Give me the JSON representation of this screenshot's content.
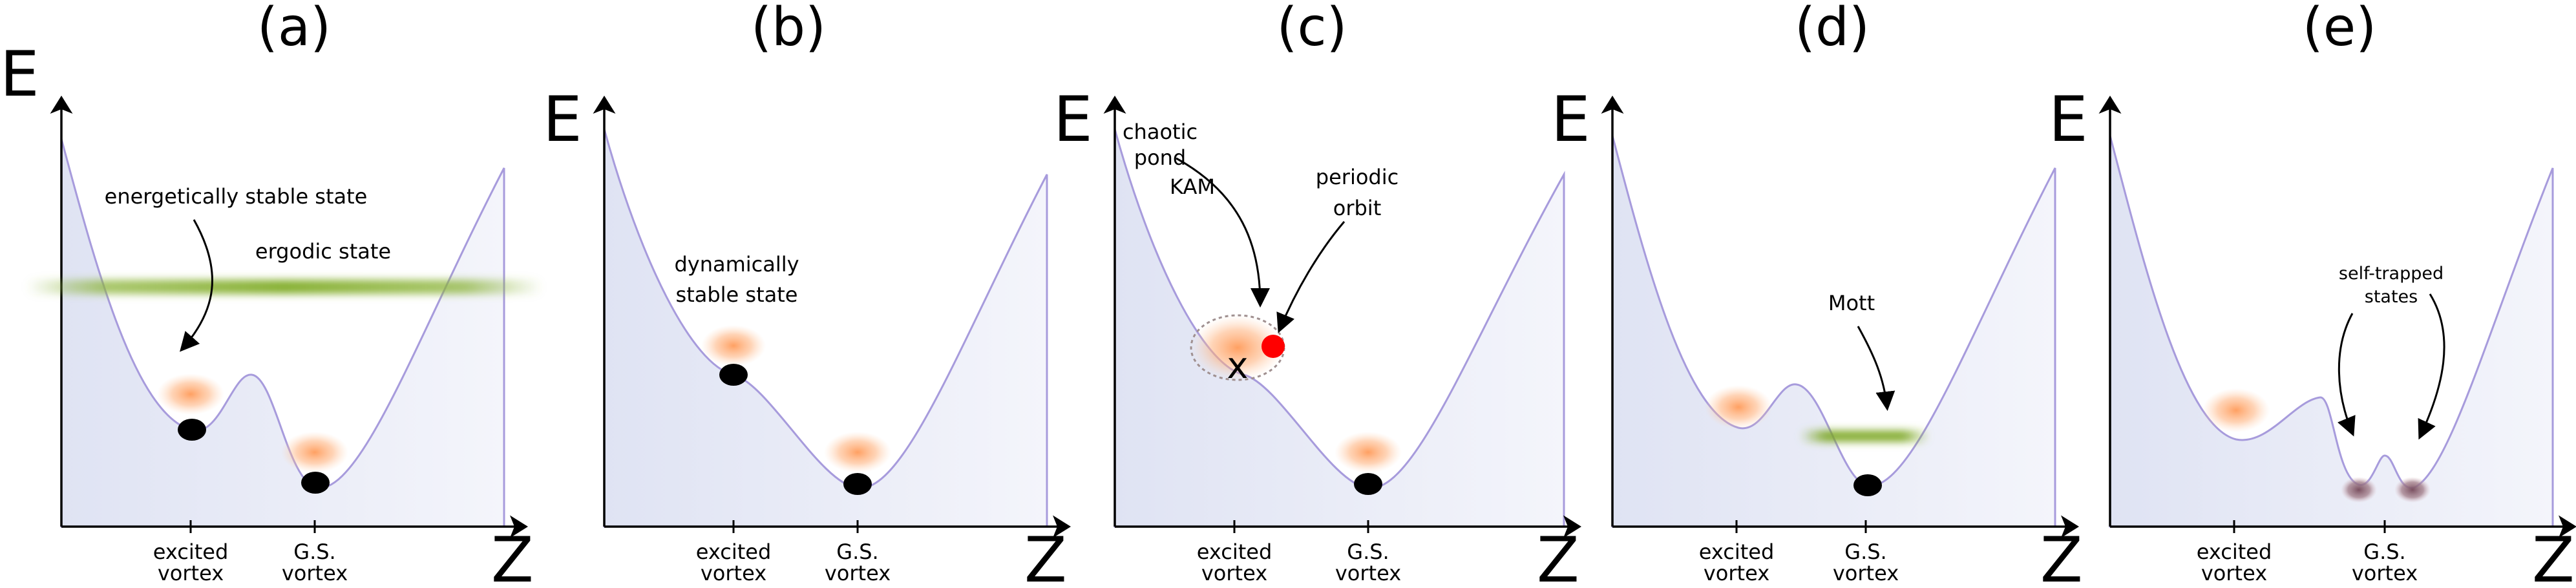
{
  "colors": {
    "potential_line": "#a79bdc",
    "potential_fill": "#eef0f8",
    "glow": "#ff9b5a",
    "ergodic": "#8cb43a",
    "mott": "#7aa61e",
    "periodic_orbit": "#ff0000",
    "self_trapped": "#8e6673",
    "ball": "#000000"
  },
  "axes": {
    "energy": "E",
    "coordinate": "Z"
  },
  "ticks": {
    "excited_line1": "excited",
    "excited_line2": "vortex",
    "gs_line1": "G.S.",
    "gs_line2": "vortex"
  },
  "panels": [
    {
      "label": "(a)",
      "annotations": {
        "stable": "energetically stable state",
        "ergodic": "ergodic state"
      }
    },
    {
      "label": "(b)",
      "annotations": {
        "line1": "dynamically",
        "line2": "stable state"
      }
    },
    {
      "label": "(c)",
      "annotations": {
        "pond1": "chaotic",
        "pond2": "pond",
        "pond3": "KAM",
        "orbit1": "periodic",
        "orbit2": "orbit",
        "cross": "x"
      }
    },
    {
      "label": "(d)",
      "annotations": {
        "mott": "Mott"
      }
    },
    {
      "label": "(e)",
      "annotations": {
        "line1": "self-trapped",
        "line2": "states"
      }
    }
  ]
}
